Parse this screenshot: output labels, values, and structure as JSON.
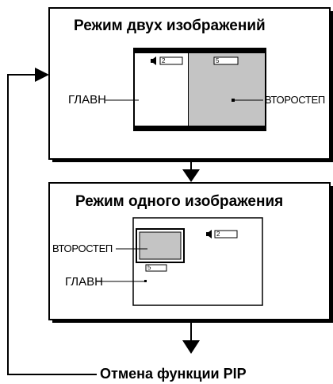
{
  "top_panel": {
    "title": "Режим двух изображений",
    "main_label": "ГЛАВН",
    "sub_label": "ВТОРОСТЕП",
    "main_channel": "2",
    "sub_channel": "5"
  },
  "bottom_panel": {
    "title": "Режим одного изображения",
    "sub_label": "ВТОРОСТЕП",
    "main_label": "ГЛАВН",
    "main_channel": "2",
    "sub_channel": "5"
  },
  "footer": {
    "label": "Отмена функции PIP"
  },
  "colors": {
    "sub_screen": "#c4c4c4",
    "outline": "#000000"
  }
}
